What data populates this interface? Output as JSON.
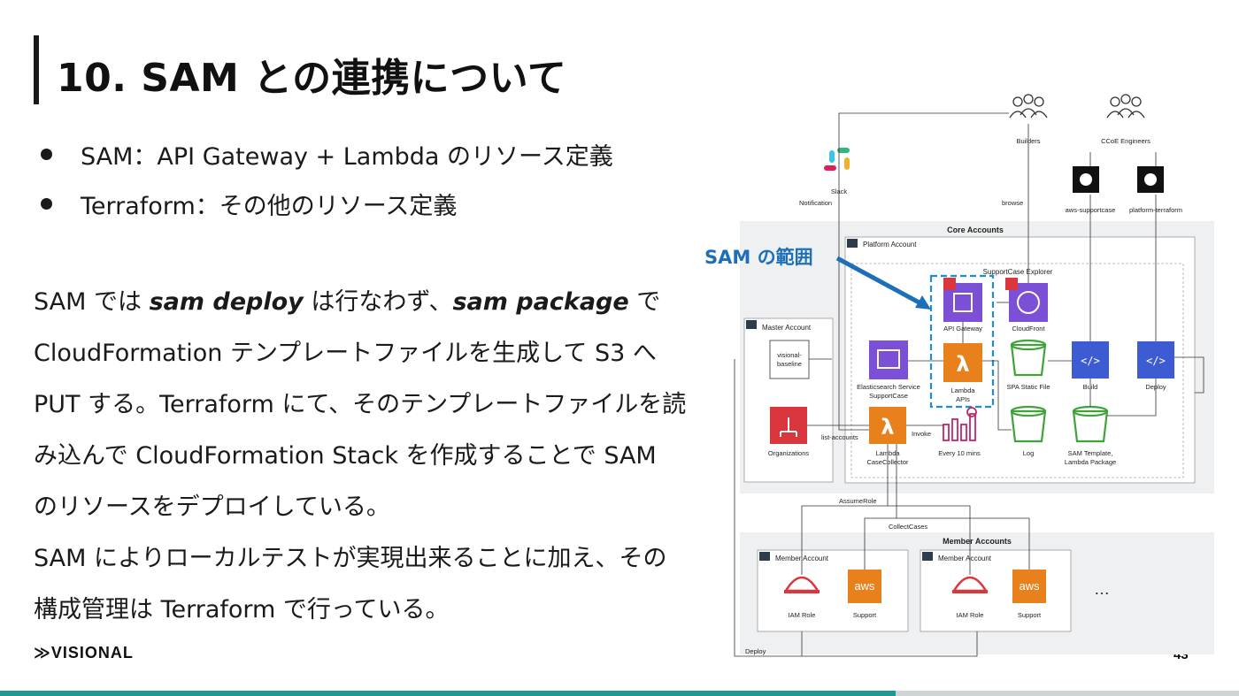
{
  "slide": {
    "title": "10. SAM との連携について",
    "bullets": [
      "SAM：API Gateway + Lambda のリソース定義",
      "Terraform：その他のリソース定義"
    ],
    "body_lines": [
      {
        "parts": [
          "SAM では ",
          "sam deploy",
          " は行なわず、",
          "sam package",
          " で"
        ]
      },
      {
        "text": "CloudFormation テンプレートファイルを生成して S3 へ"
      },
      {
        "text": "PUT する。Terraform にて、そのテンプレートファイルを読"
      },
      {
        "text": "み込んで CloudFormation Stack を作成することで SAM"
      },
      {
        "text": "のリソースをデプロイしている。"
      },
      {
        "text": "SAM によりローカルテストが実現出来ることに加え、その"
      },
      {
        "text": "構成管理は Terraform で行っている。"
      }
    ],
    "logo": "≫VISIONAL",
    "page_number": "43"
  },
  "diagram": {
    "sam_scope_label": "SAM の範囲",
    "labels": {
      "builders": "Builders",
      "ccoe": "CCoE Engineers",
      "slack": "Slack",
      "notification": "Notification",
      "browse": "browse",
      "repo_supportcase": "aws-supportcase",
      "repo_terraform": "platform-terraform",
      "core_accounts": "Core Accounts",
      "platform_account": "Platform Account",
      "supportcase_explorer": "SupportCase Explorer",
      "master_account": "Master Account",
      "visional_baseline_1": "visional-",
      "visional_baseline_2": "baseline",
      "api_gateway": "API Gateway",
      "cloudfront": "CloudFront",
      "es_service_1": "Elasticsearch Service",
      "es_service_2": "SupportCase",
      "lambda_apis_1": "Lambda",
      "lambda_apis_2": "APIs",
      "spa_static": "SPA Static File",
      "build": "Build",
      "deploy_stage": "Deploy",
      "organizations": "Organizations",
      "list_accounts": "list-accounts",
      "invoke": "Invoke",
      "lambda_cc_1": "Lambda",
      "lambda_cc_2": "CaseCollector",
      "every_10": "Every 10 mins",
      "log": "Log",
      "sam_tpl_1": "SAM Template,",
      "sam_tpl_2": "Lambda Package",
      "assume_role": "AssumeRole",
      "collect_cases": "CollectCases",
      "member_accounts": "Member Accounts",
      "member_account_1": "Member Account",
      "member_account_2": "Member Account",
      "iam_role_1": "IAM Role",
      "support_1": "Support",
      "iam_role_2": "IAM Role",
      "support_2": "Support",
      "aws_1": "aws",
      "aws_2": "aws",
      "ellipsis": "…",
      "deploy_bottom": "Deploy"
    },
    "colors": {
      "purple": "#7b4fd6",
      "green": "#3fa33a",
      "red": "#d9363e",
      "orange": "#e8811c",
      "blue": "#3d5cd4",
      "sam_blue": "#1d6fb8",
      "gray_box": "#eef0f2"
    }
  }
}
